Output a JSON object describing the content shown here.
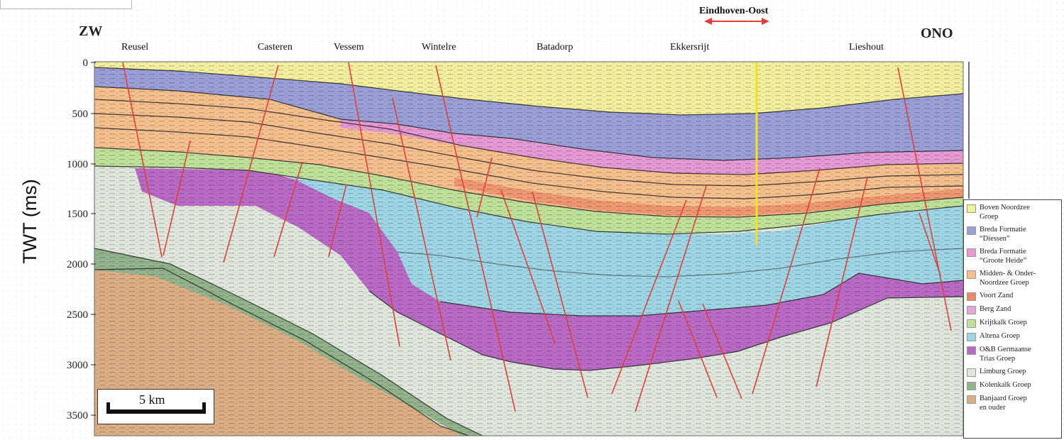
{
  "figure": {
    "direction_left": "ZW",
    "direction_right": "ONO",
    "y_axis_label": "TWT (ms)",
    "y_ticks": [
      "0",
      "500",
      "1000",
      "1500",
      "2000",
      "2500",
      "3000",
      "3500"
    ],
    "highlight_label": "Eindhoven-Oost",
    "locations": [
      "Reusel",
      "Casteren",
      "Vessem",
      "Wintelre",
      "Batadorp",
      "Ekkersrijt",
      "Lieshout"
    ],
    "scale_bar": "5 km"
  },
  "legend": [
    {
      "label": "Boven Noordzee\nGroep",
      "color": "#f3ef9e"
    },
    {
      "label": "Breda Formatie\n“Diessen”",
      "color": "#9b9fd8"
    },
    {
      "label": "Breda Formatie\n“Groote Heide”",
      "color": "#e59ad4"
    },
    {
      "label": "Midden- & Onder-\nNoordzee Groep",
      "color": "#f6bf8e"
    },
    {
      "label": "Voort Zand",
      "color": "#ec8a66"
    },
    {
      "label": "Berg Zand",
      "color": "#e8a6d8"
    },
    {
      "label": "Krijtkalk Groep",
      "color": "#bfe19a"
    },
    {
      "label": "Altena Groep",
      "color": "#9fd6e6"
    },
    {
      "label": "O&B Germaanse\nTrias Groep",
      "color": "#b96ac4"
    },
    {
      "label": "Limburg Groep",
      "color": "#dfe6dc"
    },
    {
      "label": "Kolenkalk Groep",
      "color": "#93b38c"
    },
    {
      "label": "Banjaard Groep\nen ouder",
      "color": "#dcae86"
    }
  ],
  "colors": {
    "fault": "#e0403a",
    "horizon": "#222222",
    "well": "#f2e22a",
    "arrow": "#e0403a"
  }
}
